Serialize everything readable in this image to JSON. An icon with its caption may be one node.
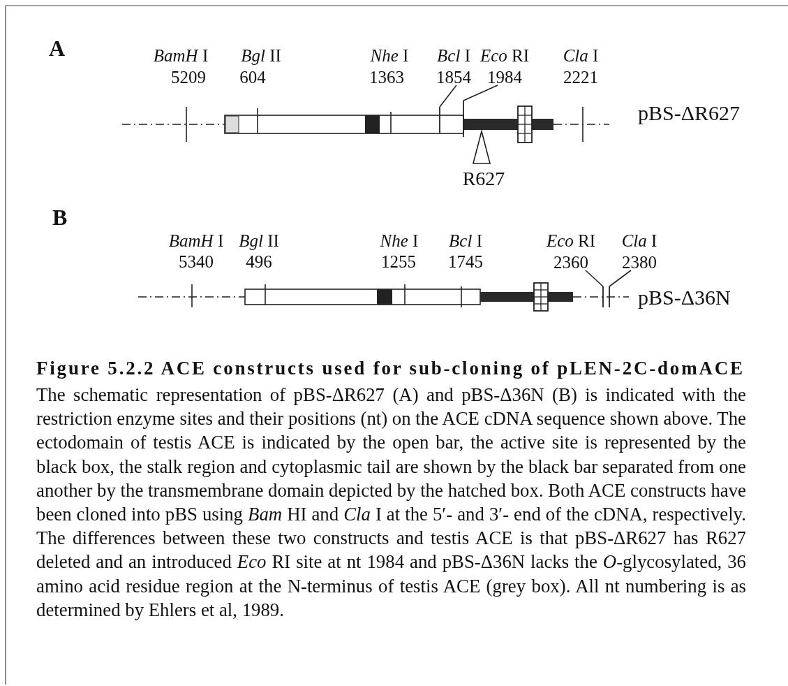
{
  "diagram": {
    "title": "Figure 5.2.2 ACE constructs used for sub-cloning of pLEN-2C-domACE",
    "caption": "The schematic representation of pBS-ΔR627 (A) and pBS-Δ36N (B) is indicated with the restriction enzyme sites and their positions (nt) on the ACE cDNA sequence shown above. The ectodomain of testis ACE is indicated by the open bar, the active site is represented by the black box, the stalk region and cytoplasmic tail are shown by the black bar separated from one another by the transmembrane domain depicted by the hatched box. Both ACE constructs have been cloned into pBS using *Bam* HI and *Cla* I at the 5′- and 3′- end of the cDNA, respectively. The differences between these two constructs and testis ACE is that pBS-ΔR627 has R627 deleted and an introduced *Eco* RI site at nt 1984 and pBS-Δ36N lacks the *O*-glycosylated, 36 amino acid residue region at the N-terminus of testis ACE (grey box). All nt numbering is as determined by Ehlers et al, 1989.",
    "nodes": [
      {
        "text": [
          "*Bcl* I",
          "1854"
        ]
      },
      {
        "text": [
          "*Eco* RI",
          "1984"
        ]
      },
      {
        "text": [
          "*Eco* RI",
          "2360"
        ]
      },
      {
        "text": [
          "*Cla* I",
          "2380"
        ]
      },
      {
        "text": [],
        "shape": "bar"
      },
      {
        "text": [],
        "shape": "bar"
      },
      {
        "text": [],
        "shape": "bar"
      },
      {
        "text": [],
        "shape": "bar"
      }
    ],
    "edges": [
      {
        "from": 0,
        "to": 4,
        "arrow": "none"
      },
      {
        "from": 1,
        "to": 5,
        "arrow": "none"
      },
      {
        "from": 2,
        "to": 6,
        "arrow": "none"
      },
      {
        "from": 3,
        "to": 7,
        "arrow": "none"
      }
    ],
    "labels": [
      "A",
      "*BamH* I",
      "5209",
      "*Bgl* II",
      "604",
      "*Nhe* I",
      "1363",
      "*Cla* I",
      "2221",
      "pBS-ΔR627",
      "R627",
      "B",
      "*BamH* I",
      "5340",
      "*Bgl* II",
      "496",
      "*Nhe* I",
      "1255",
      "*Bcl* I",
      "1745",
      "pBS-Δ36N"
    ]
  }
}
